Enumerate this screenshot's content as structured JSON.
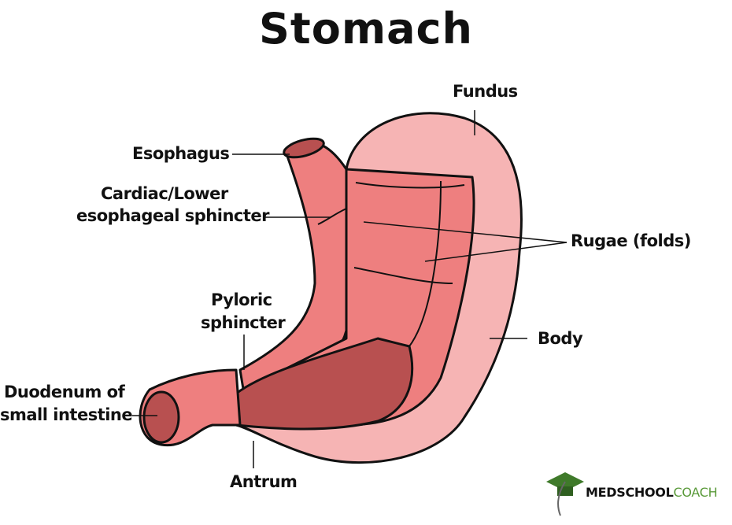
{
  "title": "Stomach",
  "labels": {
    "fundus": "Fundus",
    "esophagus": "Esophagus",
    "cardiac_line1": "Cardiac/Lower",
    "cardiac_line2": "esophageal sphincter",
    "rugae": "Rugae (folds)",
    "body": "Body",
    "pyloric_line1": "Pyloric",
    "pyloric_line2": "sphincter",
    "duodenum_line1": "Duodenum of",
    "duodenum_line2": "small intestine",
    "antrum": "Antrum"
  },
  "logo": {
    "part1": "MEDSCHOOL",
    "part2": "COACH"
  },
  "colors": {
    "outer": "#f6b4b4",
    "muscle": "#ee7f7f",
    "inner": "#b85050",
    "logo_green": "#5a9a3a"
  }
}
